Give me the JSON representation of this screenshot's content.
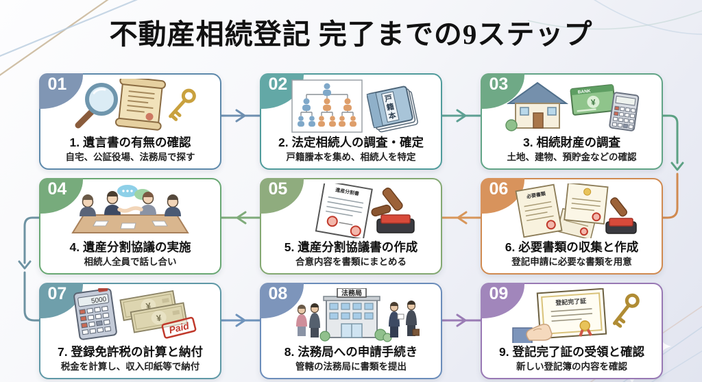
{
  "page": {
    "title": "不動産相続登記 完了までの9ステップ"
  },
  "steps": [
    {
      "badge": "01",
      "title": "1. 遺言書の有無の確認",
      "subtitle": "自宅、公証役場、法務局で探す",
      "accent": "#5d89ab",
      "badge_color": "#8096b4",
      "icon": "magnifier-scroll-key"
    },
    {
      "badge": "02",
      "title": "2. 法定相続人の調査・確定",
      "subtitle": "戸籍謄本を集め、相続人を特定",
      "accent": "#4f9b9b",
      "badge_color": "#63a8a6",
      "icon": "family-tree-registry-books"
    },
    {
      "badge": "03",
      "title": "3. 相続財産の調査",
      "subtitle": "土地、建物、預貯金などの確認",
      "accent": "#61a486",
      "badge_color": "#6fa986",
      "icon": "house-bankbook-calculator"
    },
    {
      "badge": "04",
      "title": "4. 遺産分割協議の実施",
      "subtitle": "相続人全員で話し合い",
      "accent": "#69a873",
      "badge_color": "#77ab7c",
      "icon": "family-meeting-handshake"
    },
    {
      "badge": "05",
      "title": "5. 遺産分割協議書の作成",
      "subtitle": "合意内容を書類にまとめる",
      "accent": "#83a871",
      "badge_color": "#8fac7e",
      "icon": "agreement-document-stamp"
    },
    {
      "badge": "06",
      "title": "6. 必要書類の収集と作成",
      "subtitle": "登記申請に必要な書類を用意",
      "accent": "#d08a50",
      "badge_color": "#d8935c",
      "icon": "documents-seals-stamp"
    },
    {
      "badge": "07",
      "title": "7. 登録免許税の計算と納付",
      "subtitle": "税金を計算し、収入印紙等で納付",
      "accent": "#5e98a6",
      "badge_color": "#6f9fab",
      "icon": "calculator-banknotes-paid"
    },
    {
      "badge": "08",
      "title": "8. 法務局への申請手続き",
      "subtitle": "管轄の法務局に書類を提出",
      "accent": "#6a8cba",
      "badge_color": "#7d95bb",
      "icon": "legal-affairs-bureau-visitors"
    },
    {
      "badge": "09",
      "title": "9. 登記完了証の受領と確認",
      "subtitle": "新しい登記簿の内容を確認",
      "accent": "#9878b4",
      "badge_color": "#a186bb",
      "icon": "completion-certificate-key"
    }
  ],
  "illustration_labels": {
    "family_registry_book": "戸籍本",
    "bank": "BANK",
    "yen": "¥",
    "agreement_doc": "遺産分割書",
    "required_docs": "必要書類",
    "calculator_display": "5000",
    "paid_stamp": "Paid",
    "bureau_sign": "法務局",
    "completion_certificate": "登記完了証"
  },
  "connectors": {
    "step1_to_step2": "#6e8fb0",
    "step2_to_step3": "#5da093",
    "step3_to_step6_upper": "#5ca183",
    "step3_to_step6_lower": "#d08a50",
    "step6_to_step5": "#d8965a",
    "step5_to_step4": "#7fab7a",
    "step4_to_step7": "#6d92a2",
    "step7_to_step8": "#6f93bb",
    "step8_to_step9": "#9a7cb5"
  },
  "decor": {
    "gold_line": "#c9b698",
    "blue_line": "#b9cde0",
    "teal_curve": "#c2d5d4",
    "pink_line": "#d9c4ba",
    "sparkle": "#ffffff"
  }
}
